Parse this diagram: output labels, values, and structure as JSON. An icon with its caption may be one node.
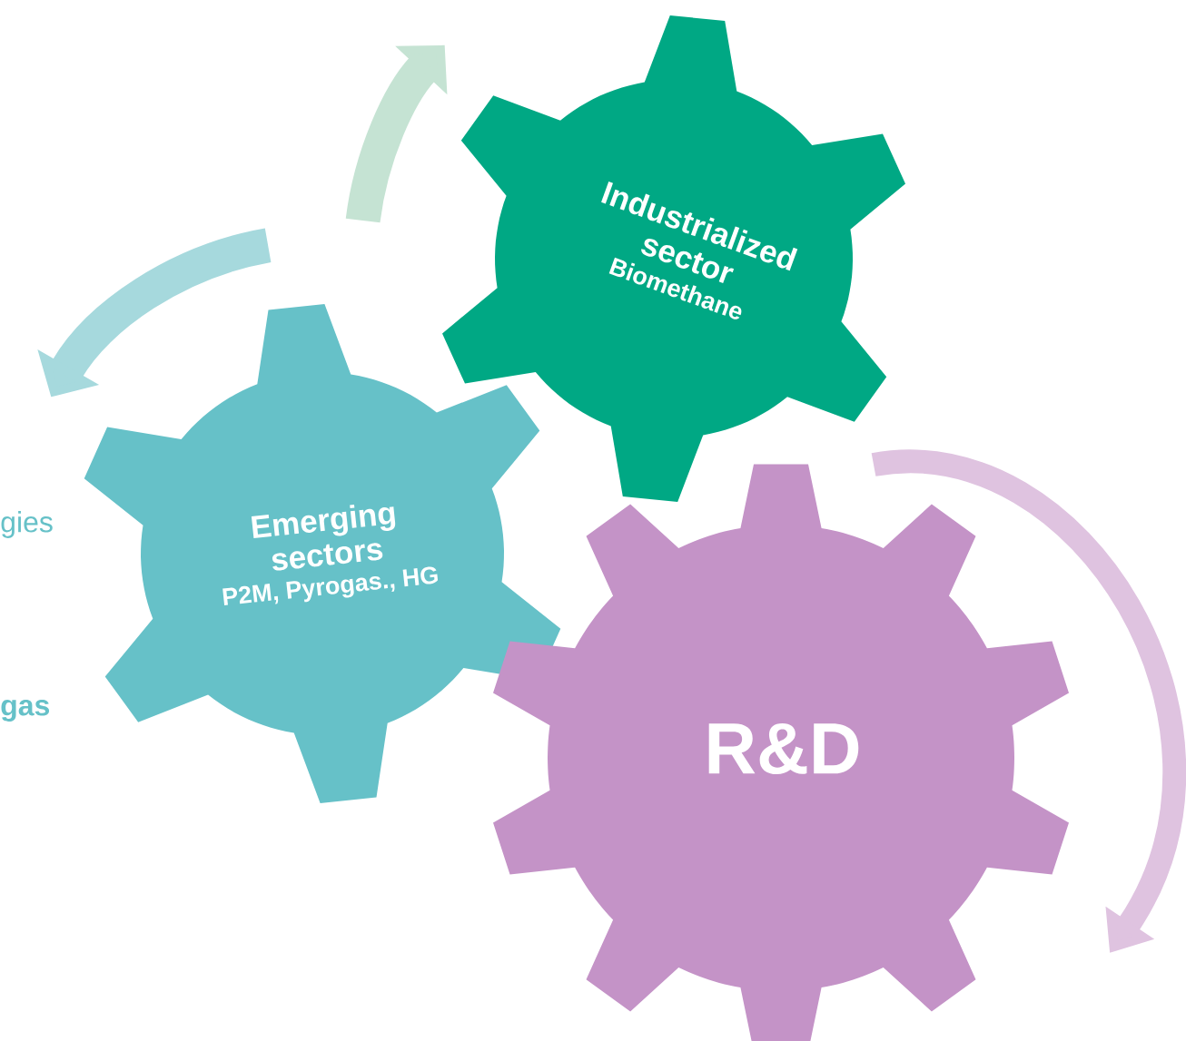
{
  "diagram": {
    "nodes": [
      {
        "text": [
          "Industrialized sector",
          "Biomethane"
        ]
      },
      {
        "text": [
          "Emerging sectors",
          "P2M, Pyrogas., HG"
        ]
      },
      {
        "text": [
          "R&D"
        ]
      }
    ],
    "labels": [
      "gies",
      "gas"
    ]
  }
}
